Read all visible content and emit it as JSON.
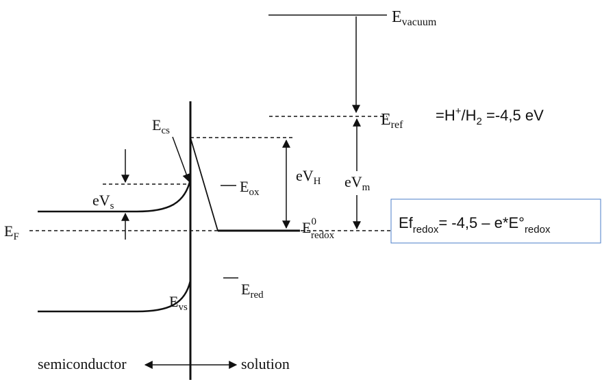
{
  "labels": {
    "e_vacuum": {
      "main": "E",
      "sub": "vacuum"
    },
    "e_ref": {
      "main": "E",
      "sub": "ref"
    },
    "e_cs": {
      "main": "E",
      "sub": "cs"
    },
    "ev_h": {
      "main": "eV",
      "sub": "H"
    },
    "ev_m": {
      "main": "eV",
      "sub": "m"
    },
    "e_ox": {
      "main": "E",
      "sub": "ox"
    },
    "ev_s": {
      "main": "eV",
      "sub": "s"
    },
    "e_f": {
      "main": "E",
      "sub": "F"
    },
    "e_redox": {
      "main": "E",
      "sup": "0",
      "sub": "redox"
    },
    "e_vs": {
      "main": "E",
      "sub": "vs"
    },
    "e_red": {
      "main": "E",
      "sub": "red"
    },
    "semiconductor": "semiconductor",
    "solution": "solution"
  },
  "annotations": {
    "ref_equation": {
      "prefix": "=H",
      "sup": "+",
      "mid": "/H",
      "sub": "2",
      "suffix": " =-4,5 eV"
    },
    "redox_equation": {
      "p1": "Ef",
      "s1": "redox",
      "p2": "= -4,5 – e*E°",
      "s2": "redox"
    }
  },
  "colors": {
    "line": "#111111",
    "box_border": "#4a7cc9"
  }
}
